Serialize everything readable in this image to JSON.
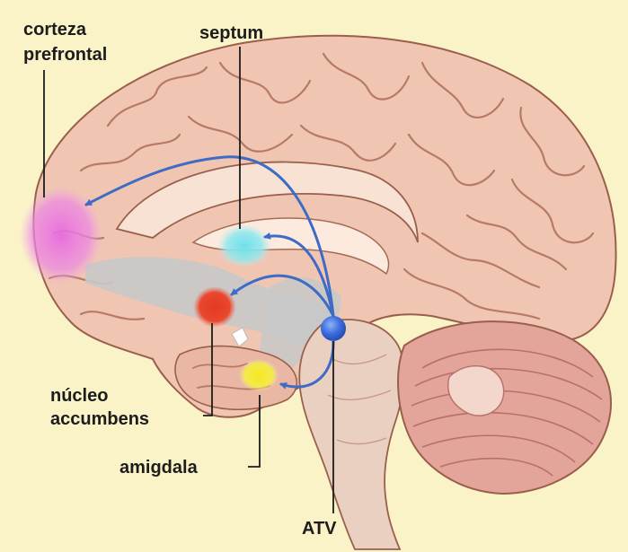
{
  "diagram": {
    "labels": {
      "cortex_line1": "corteza",
      "cortex_line2": "prefrontal",
      "septum": "septum",
      "nucleus_line1": "núcleo",
      "nucleus_line2": "accumbens",
      "amygdala": "amigdala",
      "vta": "ATV"
    },
    "colors": {
      "background": "#fbf3c8",
      "brain_fill": "#f0c6b2",
      "brain_outline": "#9a5f4c",
      "gyri_lines": "#b67a66",
      "cerebellum": "#e3a49a",
      "brainstem": "#ead0c0",
      "pathway_grey": "#c8c8c8",
      "arrow_blue": "#3d6bc6",
      "prefrontal_cortex": "#e86ae0",
      "septum": "#6fe0ea",
      "nucleus_accumbens": "#e43a22",
      "amygdala": "#f3ea1e",
      "vta": "#3d6fe0"
    }
  }
}
